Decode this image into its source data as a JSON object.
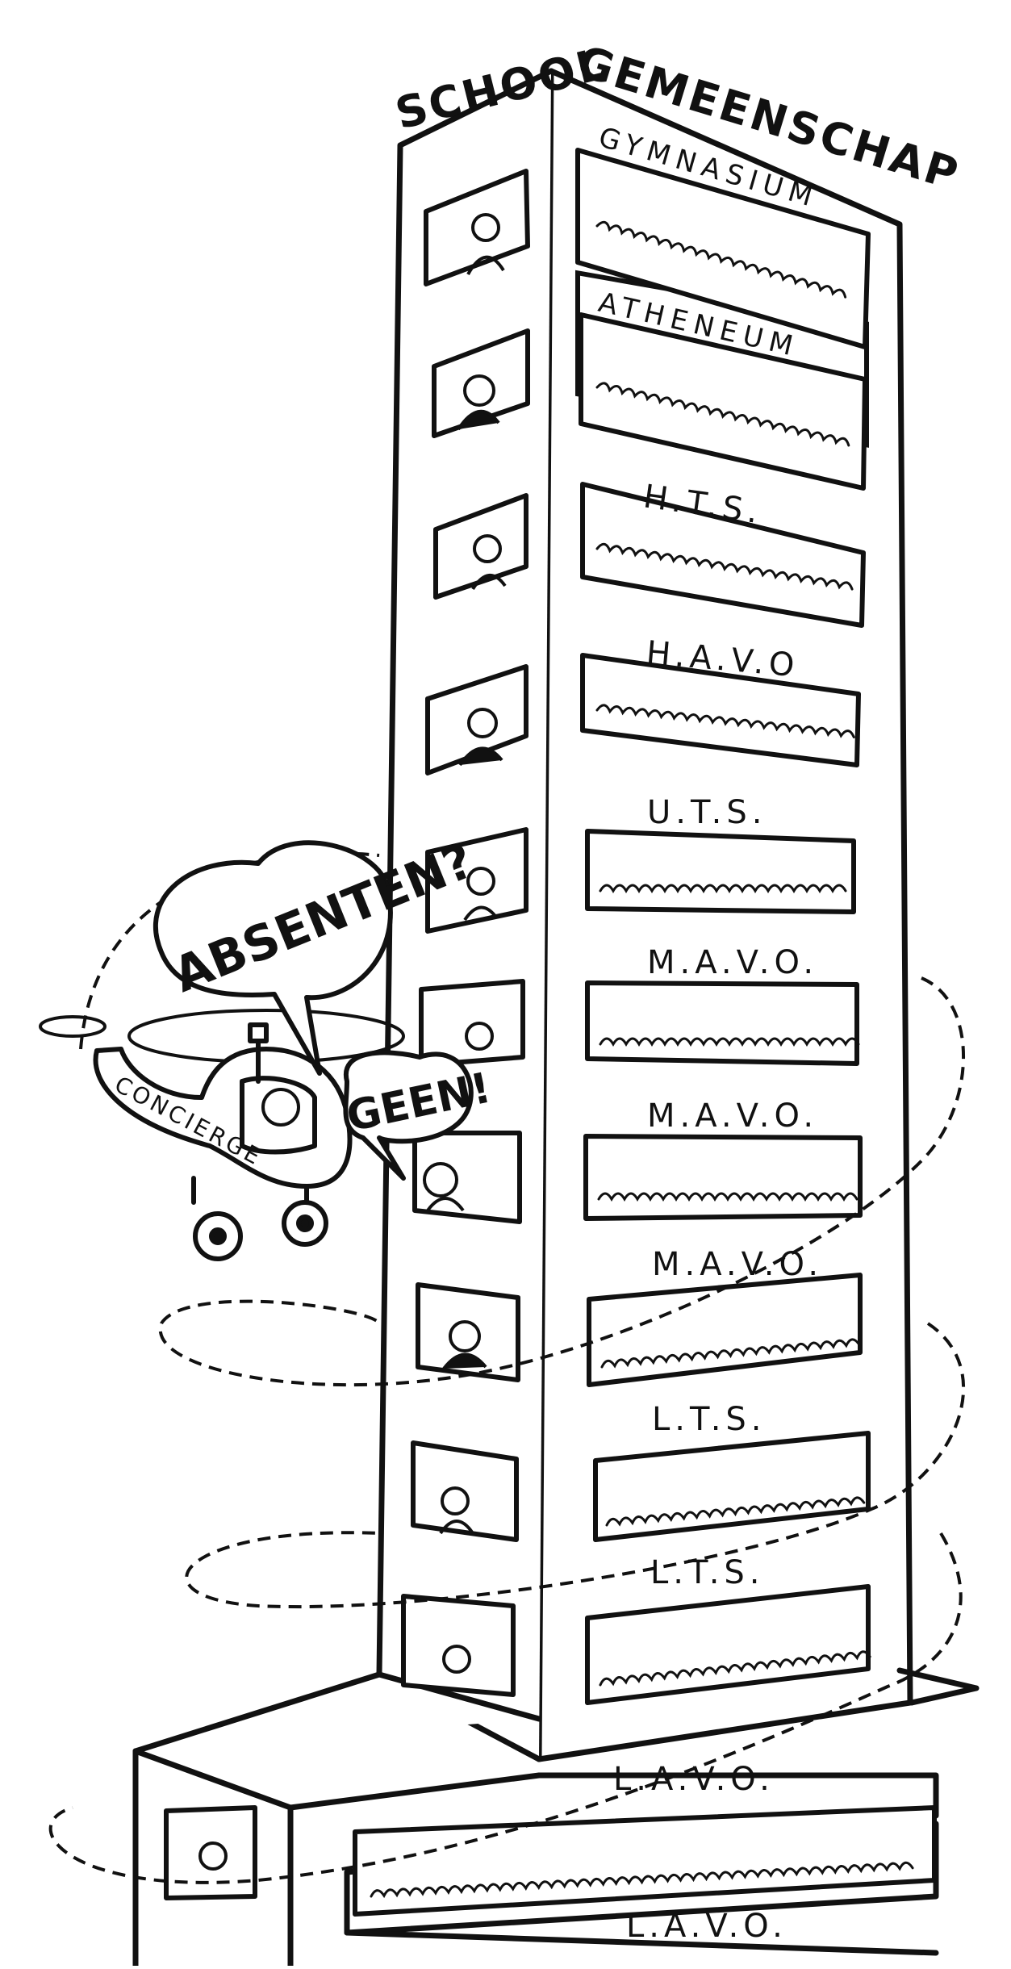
{
  "cartoon": {
    "title_left": "SCHOOL",
    "title_right": "GEMEENSCHAP",
    "floors": [
      "GYMNASIUM",
      "ATHENEUM",
      "H.T.S.",
      "H.A.V.O",
      "U.T.S.",
      "M.A.V.O.",
      "M.A.V.O.",
      "M.A.V.O.",
      "L.T.S.",
      "L.T.S."
    ],
    "base_labels": [
      "L.A.V.O.",
      "L.A.V.O."
    ],
    "speech_question": "ABSENTEN?",
    "speech_answer": "GEEN!",
    "helicopter_label": "CONCIERGE"
  },
  "colors": {
    "ink": "#111111",
    "paper": "#ffffff"
  }
}
